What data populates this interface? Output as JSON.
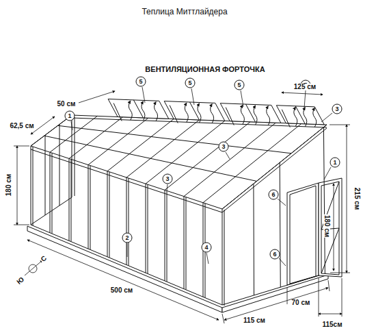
{
  "diagram": {
    "title": "Теплица Миттлайдера",
    "labels": [
      "ВЕНТИЛЯЦИОННАЯ ФОРТОЧКА",
      "50 см",
      "5",
      "5",
      "5",
      "5",
      "125 см",
      "62,5 см",
      "1",
      "3",
      "3",
      "3",
      "180 см",
      "215 см",
      "1",
      "6",
      "180 см",
      "2",
      "4",
      "6",
      "С",
      "Ю",
      "500 см",
      "115 см",
      "70 см",
      "115см"
    ]
  }
}
